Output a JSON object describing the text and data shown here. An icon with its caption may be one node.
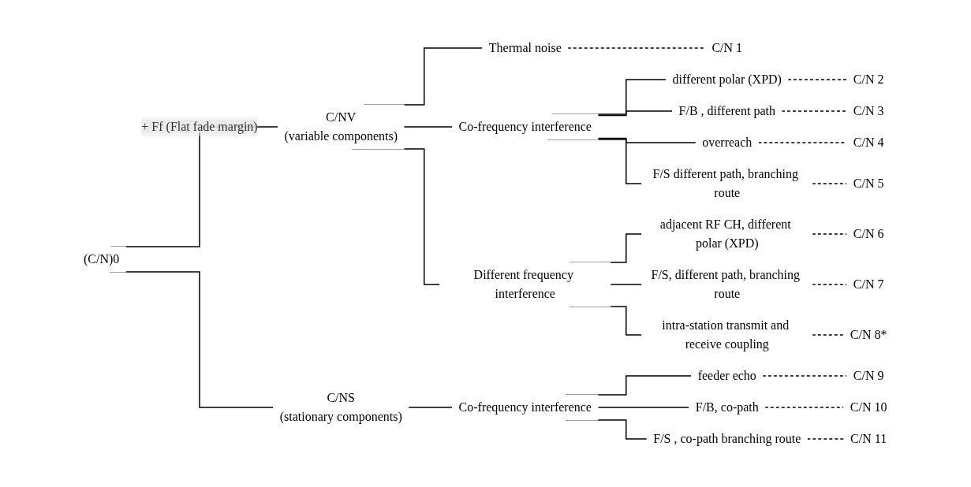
{
  "diagram": {
    "nodes": [
      {
        "text": [
          "(C/N)0"
        ]
      },
      {
        "text": [
          "C/NV",
          "(variable components)"
        ]
      },
      {
        "text": [
          "Thermal noise"
        ]
      },
      {
        "text": [
          "Co-frequency interference"
        ]
      },
      {
        "text": [
          "Different frequency interference"
        ]
      },
      {
        "text": [
          "different polar (XPD)"
        ]
      },
      {
        "text": [
          "F/B , different path"
        ]
      },
      {
        "text": [
          "overreach"
        ]
      },
      {
        "text": [
          "F/S different path, branching route"
        ]
      },
      {
        "text": [
          "adjacent RF CH, different polar (XPD)"
        ]
      },
      {
        "text": [
          "F/S, different path, branching route"
        ]
      },
      {
        "text": [
          "intra-station transmit and receive coupling"
        ]
      },
      {
        "text": [
          "C/NS",
          "(stationary components)"
        ]
      },
      {
        "text": [
          "Co-frequency interference"
        ]
      },
      {
        "text": [
          "feeder echo"
        ]
      },
      {
        "text": [
          "F/B, co-path"
        ]
      },
      {
        "text": [
          "F/S , co-path branching route"
        ]
      },
      {
        "text": [
          "C/N 1"
        ]
      },
      {
        "text": [
          "C/N 2"
        ]
      },
      {
        "text": [
          "C/N 3"
        ]
      },
      {
        "text": [
          "C/N 4"
        ]
      },
      {
        "text": [
          "C/N 5"
        ]
      },
      {
        "text": [
          "C/N 6"
        ]
      },
      {
        "text": [
          "C/N 7"
        ]
      },
      {
        "text": [
          "C/N 8*"
        ]
      },
      {
        "text": [
          "C/N 9"
        ]
      },
      {
        "text": [
          "C/N 10"
        ]
      },
      {
        "text": [
          "C/N 11"
        ]
      }
    ],
    "edges": [
      {
        "from": 0,
        "to": 1,
        "arrow": "none",
        "label": "+ Ff (Flat fade margin)"
      },
      {
        "from": 0,
        "to": 12,
        "arrow": "none"
      },
      {
        "from": 1,
        "to": 2,
        "arrow": "none"
      },
      {
        "from": 1,
        "to": 3,
        "arrow": "none"
      },
      {
        "from": 1,
        "to": 4,
        "arrow": "none"
      },
      {
        "from": 3,
        "to": 5,
        "arrow": "none"
      },
      {
        "from": 3,
        "to": 6,
        "arrow": "none"
      },
      {
        "from": 3,
        "to": 7,
        "arrow": "none"
      },
      {
        "from": 3,
        "to": 8,
        "arrow": "none"
      },
      {
        "from": 4,
        "to": 9,
        "arrow": "none"
      },
      {
        "from": 4,
        "to": 10,
        "arrow": "none"
      },
      {
        "from": 4,
        "to": 11,
        "arrow": "none"
      },
      {
        "from": 12,
        "to": 13,
        "arrow": "none"
      },
      {
        "from": 13,
        "to": 14,
        "arrow": "none"
      },
      {
        "from": 13,
        "to": 15,
        "arrow": "none"
      },
      {
        "from": 13,
        "to": 16,
        "arrow": "none"
      },
      {
        "from": 2,
        "to": 17,
        "arrow": "none",
        "style": "dashed"
      },
      {
        "from": 5,
        "to": 18,
        "arrow": "none",
        "style": "dashed"
      },
      {
        "from": 6,
        "to": 19,
        "arrow": "none",
        "style": "dashed"
      },
      {
        "from": 7,
        "to": 20,
        "arrow": "none",
        "style": "dashed"
      },
      {
        "from": 8,
        "to": 21,
        "arrow": "none",
        "style": "dashed"
      },
      {
        "from": 9,
        "to": 22,
        "arrow": "none",
        "style": "dashed"
      },
      {
        "from": 10,
        "to": 23,
        "arrow": "none",
        "style": "dashed"
      },
      {
        "from": 11,
        "to": 24,
        "arrow": "none",
        "style": "dashed"
      },
      {
        "from": 14,
        "to": 25,
        "arrow": "none",
        "style": "dashed"
      },
      {
        "from": 15,
        "to": 26,
        "arrow": "none",
        "style": "dashed"
      },
      {
        "from": 16,
        "to": 27,
        "arrow": "none",
        "style": "dashed"
      }
    ]
  }
}
